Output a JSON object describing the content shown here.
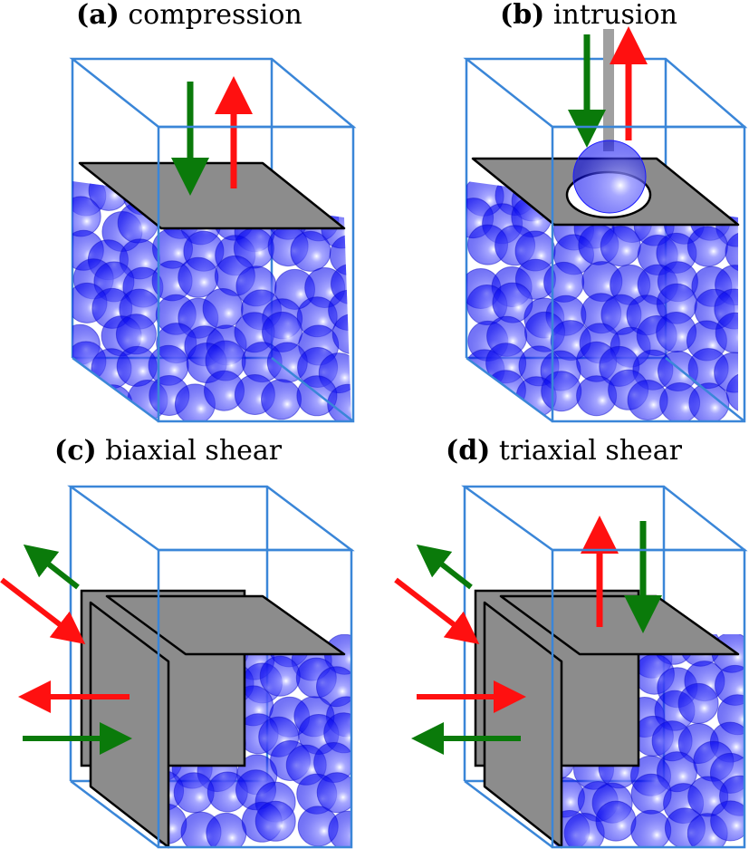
{
  "panels": [
    {
      "letter": "(a)",
      "caption": "compression"
    },
    {
      "letter": "(b)",
      "caption": "intrusion"
    },
    {
      "letter": "(c)",
      "caption": "biaxial shear"
    },
    {
      "letter": "(d)",
      "caption": "triaxial shear"
    }
  ],
  "colors": {
    "box_edge": "#3a86d8",
    "particle": "#1a1aff",
    "plate": "#8c8c8c",
    "arrow_in": "#0a7a0a",
    "arrow_out": "#ff1010",
    "rod": "#a0a0a0"
  }
}
